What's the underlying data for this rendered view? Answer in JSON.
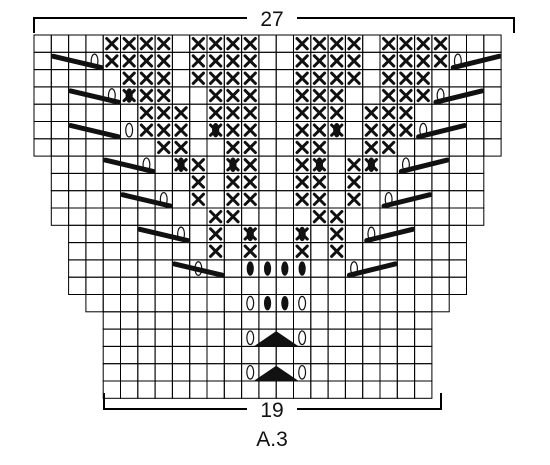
{
  "diagram": {
    "id": "A.3",
    "top_stitch_count": "27",
    "bottom_stitch_count": "19",
    "colors": {
      "grid": "#000000",
      "symbol": "#111111",
      "background": "#ffffff"
    }
  }
}
